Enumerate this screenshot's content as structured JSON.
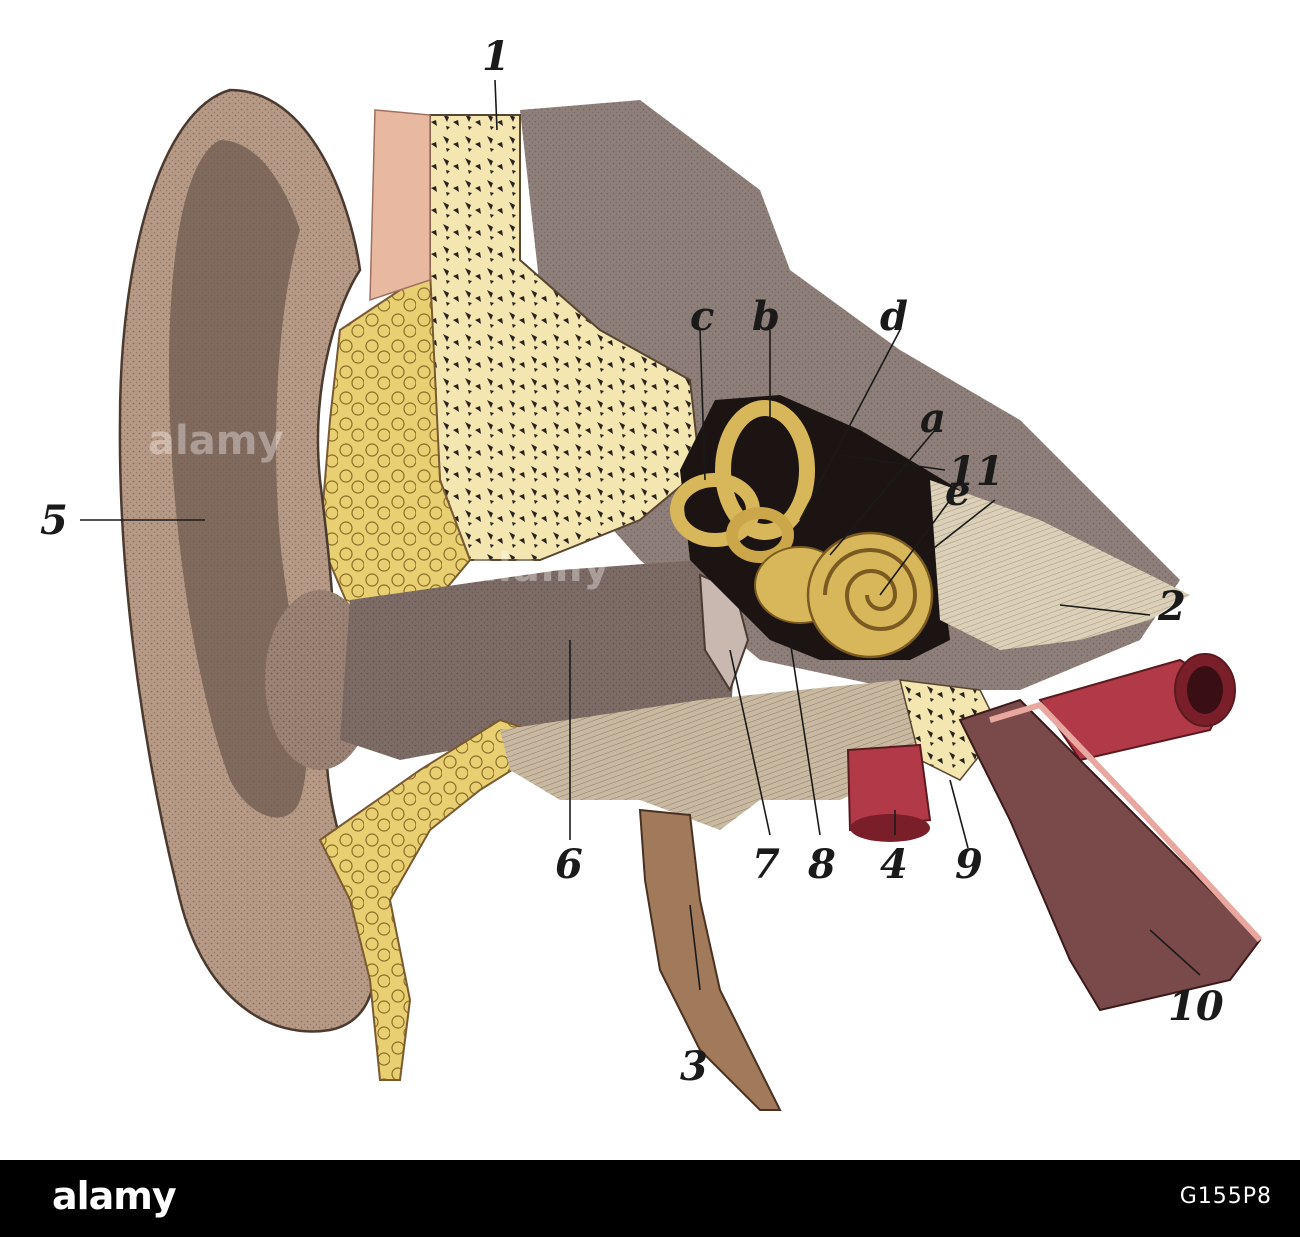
{
  "diagram": {
    "labels": {
      "l1": "1",
      "l2": "2",
      "l3": "3",
      "l4": "4",
      "l5": "5",
      "l6": "6",
      "l7": "7",
      "l8": "8",
      "l9": "9",
      "l10": "10",
      "l11": "11",
      "la": "a",
      "lb": "b",
      "lc": "c",
      "ld": "d",
      "le": "e"
    }
  },
  "watermark": {
    "center": "alamy",
    "left": "alamy"
  },
  "footer": {
    "logo": "alamy",
    "image_code": "G155P8"
  },
  "colors": {
    "skin": "#b79a86",
    "bone": "#e8cf72",
    "bone_light": "#f3e6b0",
    "cartilage": "#c9b9a0",
    "vessel": "#b23a48",
    "footer": "#000000"
  }
}
